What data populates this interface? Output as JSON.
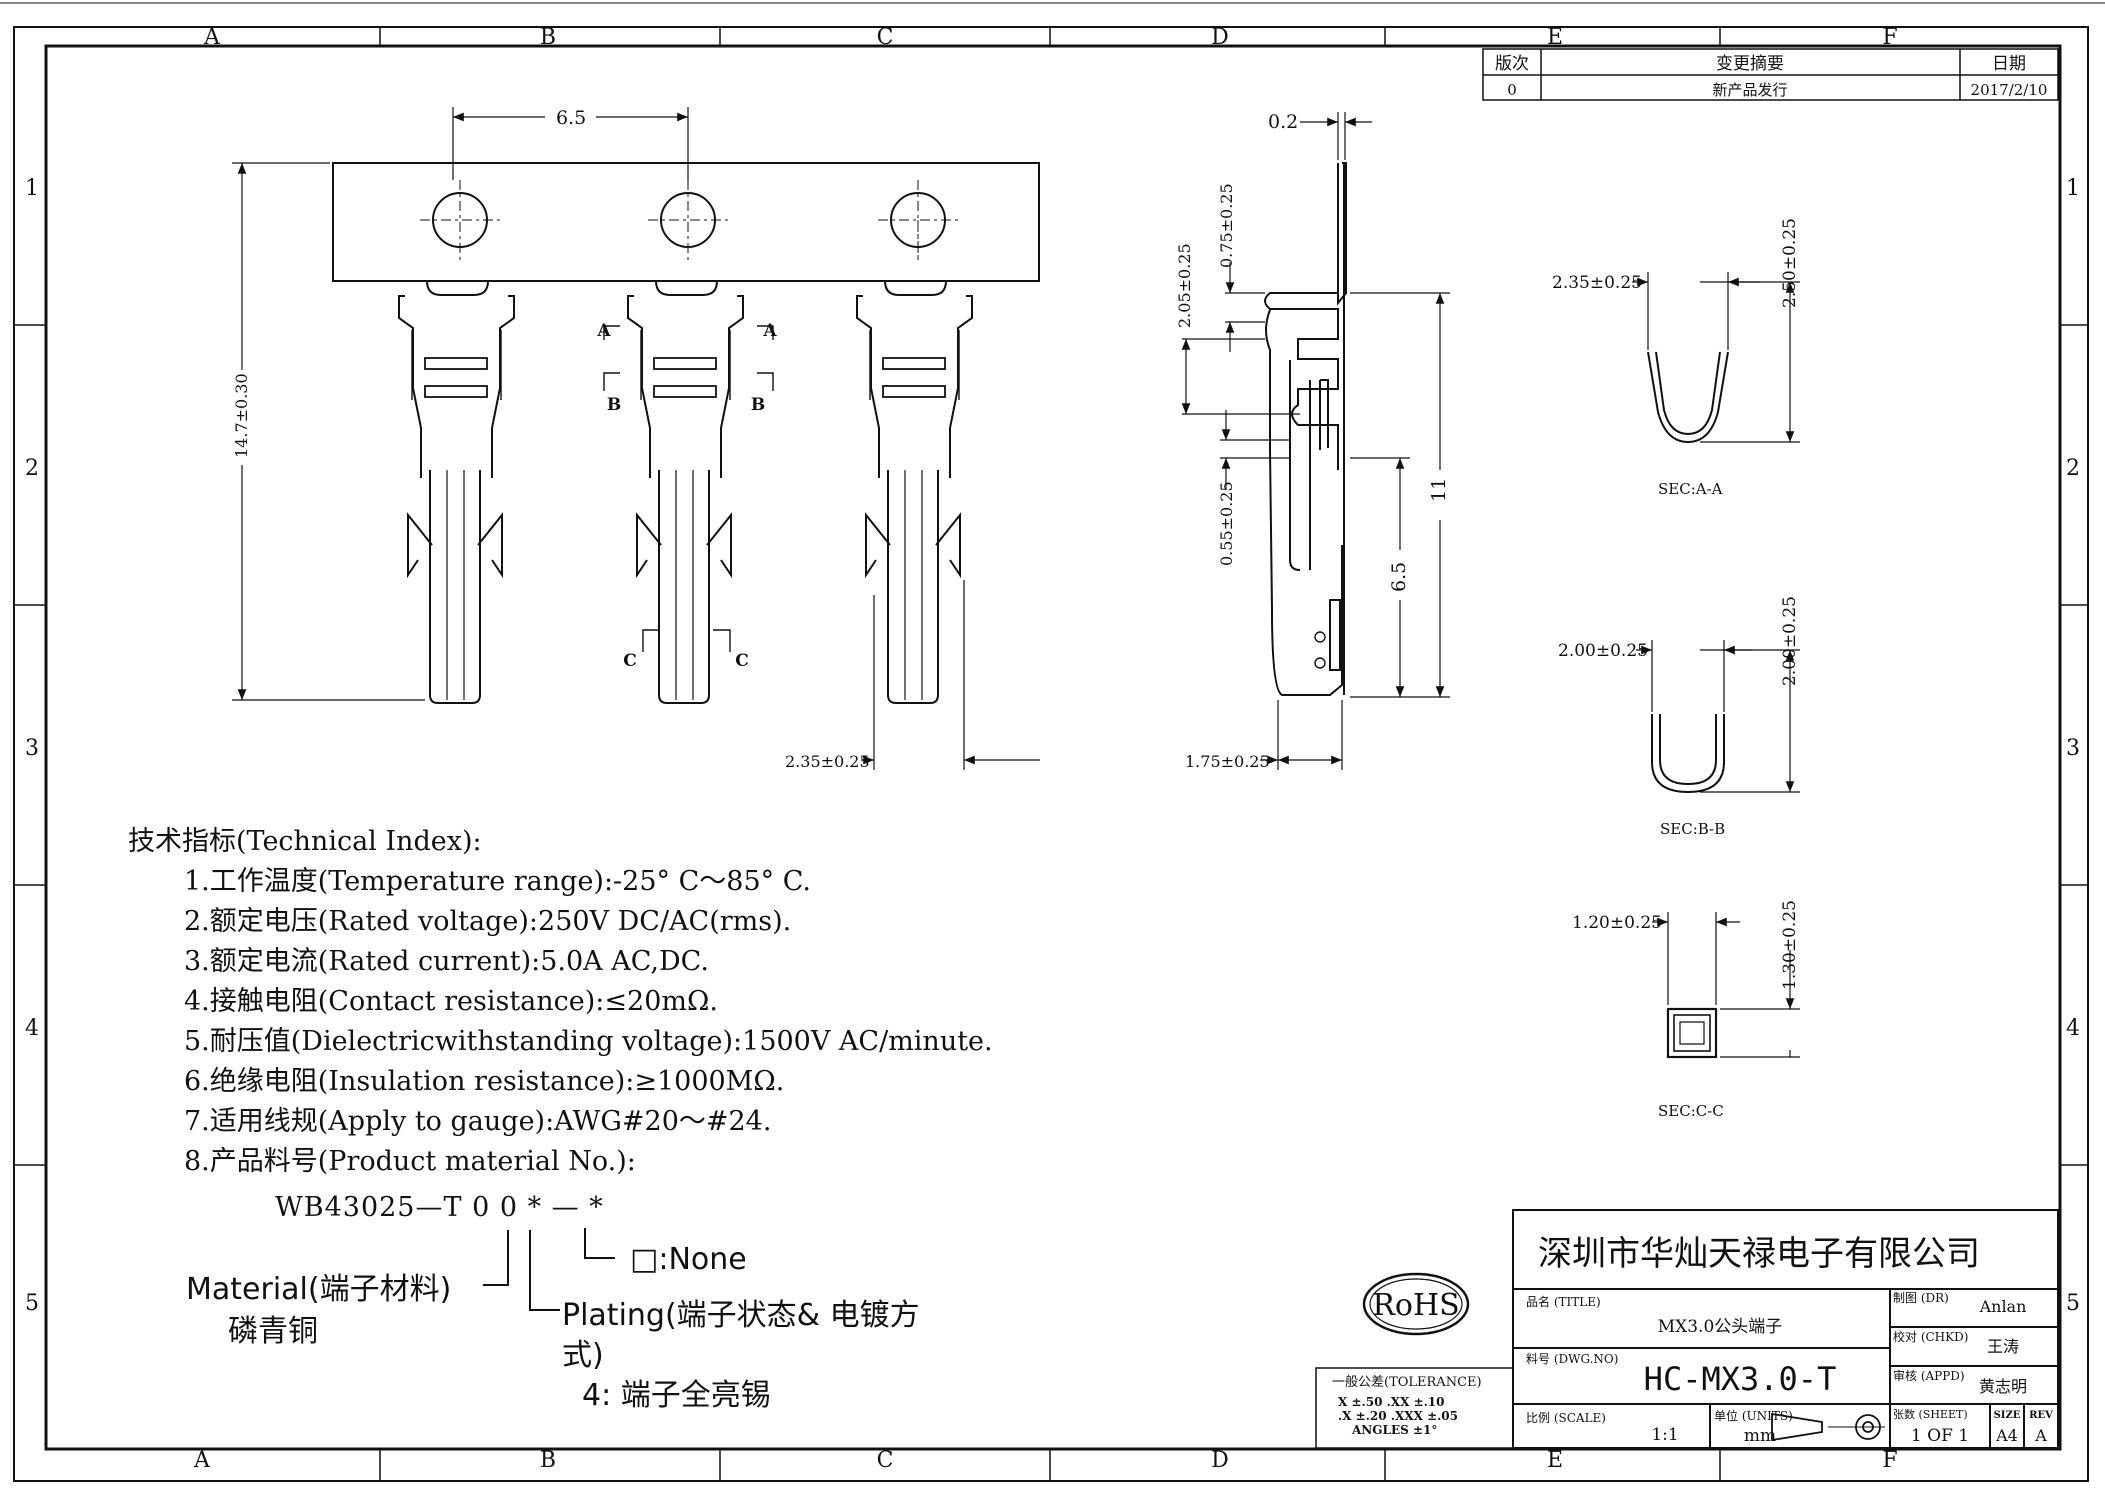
{
  "border": {
    "columns": [
      "A",
      "B",
      "C",
      "D",
      "E",
      "F"
    ],
    "rows": [
      "1",
      "2",
      "3",
      "4",
      "5"
    ]
  },
  "revision_block": {
    "headers": [
      "版次",
      "变更摘要",
      "日期"
    ],
    "row": [
      "0",
      "新产品发行",
      "2017/2/10"
    ]
  },
  "front_view": {
    "dim_pitch": "6.5",
    "dim_length": "14.7±0.30",
    "dim_width": "2.35±0.25",
    "section_marks": [
      "A",
      "A",
      "B",
      "B",
      "C",
      "C"
    ]
  },
  "side_view": {
    "dim_thickness": "0.2",
    "dim_a": "0.75±0.25",
    "dim_b": "2.05±0.25",
    "dim_c": "0.55±0.25",
    "dim_d": "11",
    "dim_e": "6.5",
    "dim_f": "1.75±0.25"
  },
  "sections": [
    {
      "w": "2.35±0.25",
      "h": "2.50±0.25",
      "label": "SEC:A-A"
    },
    {
      "w": "2.00±0.25",
      "h": "2.00±0.25",
      "label": "SEC:B-B"
    },
    {
      "w": "1.20±0.25",
      "h": "1.30±0.25",
      "label": "SEC:C-C"
    }
  ],
  "tech": {
    "heading": "技术指标(Technical Index):",
    "items": [
      "1.工作温度(Temperature range):-25° C～85° C.",
      "2.额定电压(Rated voltage):250V DC/AC(rms).",
      "3.额定电流(Rated current):5.0A AC,DC.",
      "4.接触电阻(Contact resistance):≤20mΩ.",
      "5.耐压值(Dielectricwithstanding voltage):1500V AC/minute.",
      "6.绝缘电阻(Insulation resistance):≥1000MΩ.",
      "7.适用线规(Apply to gauge):AWG#20～#24.",
      "8.产品料号(Product material No.):"
    ]
  },
  "part_number": {
    "code": "WB43025—T 0 0 * — *",
    "none_label": "□:None",
    "material_label": "Material(端子材料)",
    "material_value": "磷青铜",
    "plating_label_1": "Plating(端子状态& 电镀方",
    "plating_label_2": "式)",
    "plating_value": "4: 端子全亮锡"
  },
  "rohs": "RoHS",
  "tolerance": {
    "title": "一般公差(TOLERANCE)",
    "line1": "X  ±.50   .XX  ±.10",
    "line2": ".X  ±.20  .XXX  ±.05",
    "line3": "ANGLES    ±1°"
  },
  "title_block": {
    "company": "深圳市华灿天禄电子有限公司",
    "title_label": "品名 (TITLE)",
    "title_value": "MX3.0公头端子",
    "dwg_label": "料号 (DWG.NO)",
    "dwg_value": "HC-MX3.0-T",
    "scale_label": "比例 (SCALE)",
    "scale_value": "1:1",
    "units_label": "单位 (UNITS)",
    "units_value": "mm",
    "dr_label": "制图 (DR)",
    "dr_value": "Anlan",
    "chkd_label": "校对 (CHKD)",
    "chkd_value": "王涛",
    "appd_label": "审核 (APPD)",
    "appd_value": "黄志明",
    "sheet_label": "张数 (SHEET)",
    "sheet_value": "1 OF 1",
    "size_label": "SIZE",
    "size_value": "A4",
    "rev_label": "REV",
    "rev_value": "A"
  }
}
